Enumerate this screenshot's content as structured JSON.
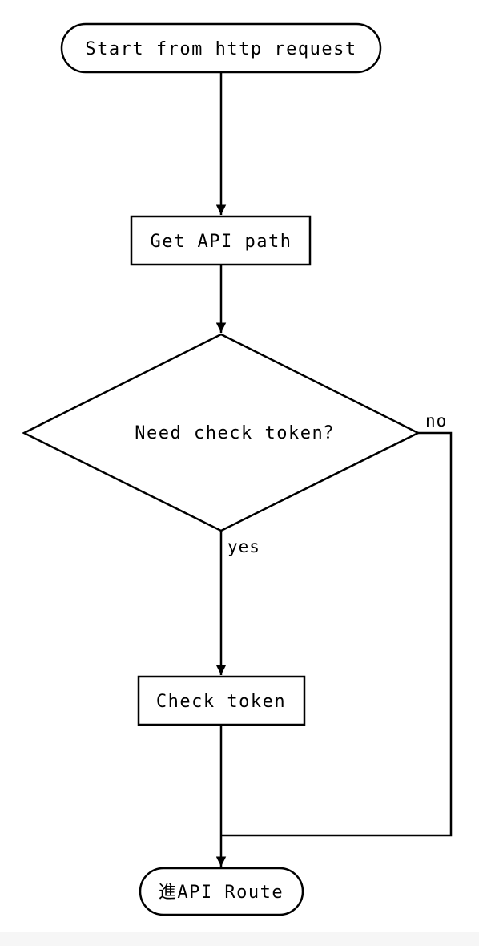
{
  "nodes": {
    "start": {
      "label": "Start from http request",
      "shape": "terminal"
    },
    "get_path": {
      "label": "Get API path",
      "shape": "process"
    },
    "decision": {
      "label": "Need check token？",
      "shape": "decision"
    },
    "check_token": {
      "label": "Check token",
      "shape": "process"
    },
    "end": {
      "label": "進API Route",
      "shape": "terminal"
    }
  },
  "edges": {
    "yes_label": "yes",
    "no_label": "no"
  },
  "colors": {
    "stroke": "#000000",
    "fill": "#ffffff",
    "background": "#ffffff"
  }
}
